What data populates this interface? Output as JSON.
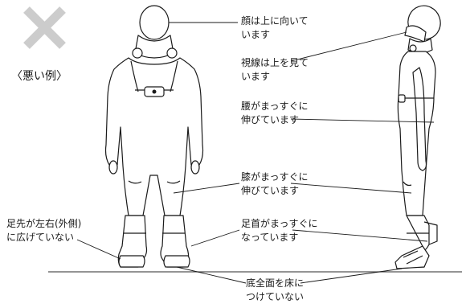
{
  "bad_example": {
    "title": "〈悪い例〉",
    "mark_icon": "cross-mark-icon"
  },
  "labels": {
    "face": "顔は上に向いて\nいます",
    "gaze": "視線は上を見て\nいます",
    "waist": "腰がまっすぐに\n伸びています",
    "knee": "膝がまっすぐに\n伸びています",
    "toes": "足先が左右(外側)\nに広げていない",
    "ankle": "足首がまっすぐに\nなっています",
    "sole": "底全面を床に\nつけていない"
  },
  "colors": {
    "line": "#1a1a1a",
    "cross": "#cccccc",
    "floor": "#666666"
  }
}
